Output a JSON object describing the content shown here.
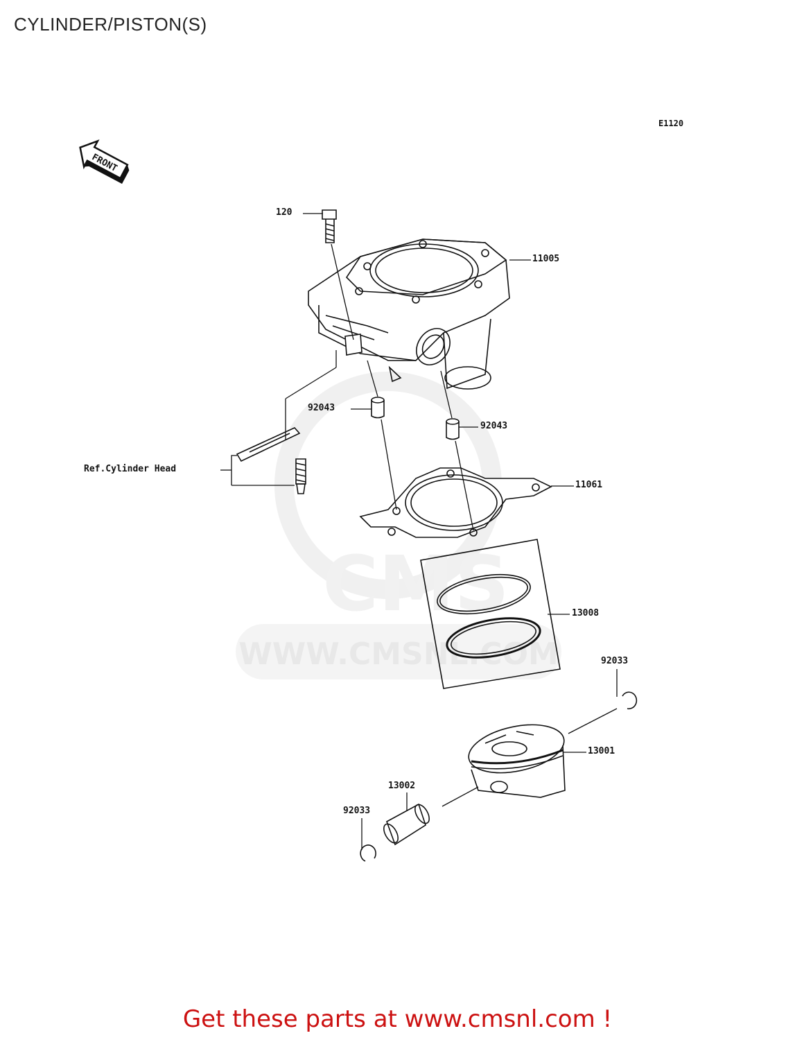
{
  "title": "CYLINDER/PISTON(S)",
  "diagram_code": "E1120",
  "front_label": "FRONT",
  "watermark": "WWW.CMSNL.COM",
  "callouts": {
    "bolt": "120",
    "cylinder": "11005",
    "dowel_left": "92043",
    "dowel_right": "92043",
    "ref_head": "Ref.Cylinder Head",
    "gasket": "11061",
    "ring_set": "13008",
    "clip_upper": "92033",
    "piston": "13001",
    "pin": "13002",
    "clip_lower": "92033"
  },
  "footer": "Get these parts at www.cmsnl.com !",
  "colors": {
    "footer_text": "#cc1111",
    "line": "#111111",
    "watermark": "#e2e2e2"
  }
}
